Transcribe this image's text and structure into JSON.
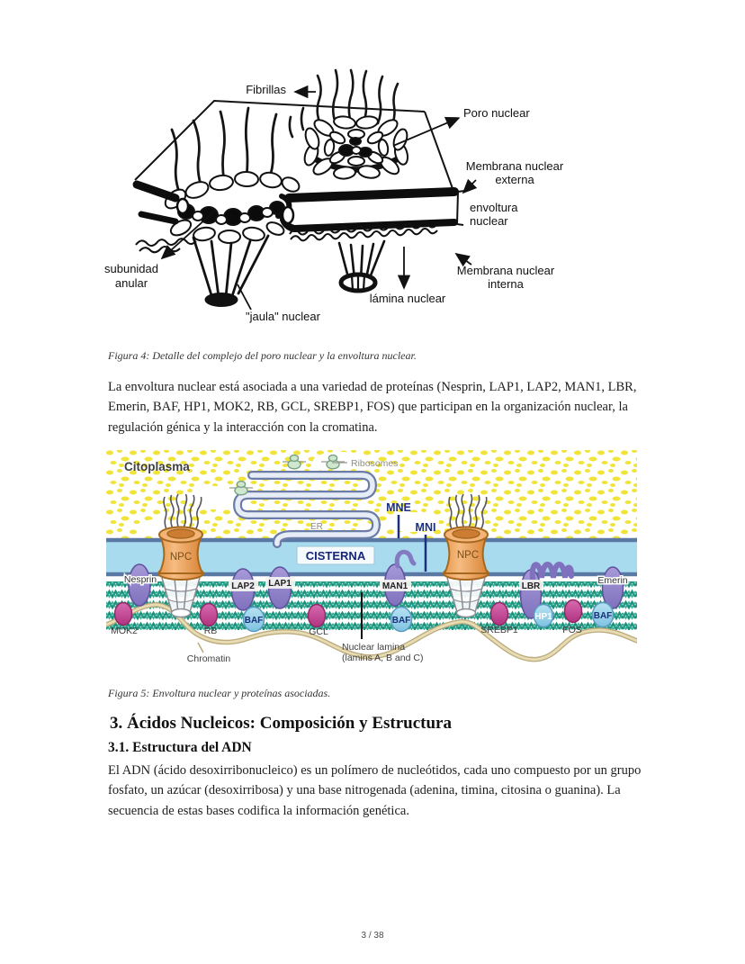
{
  "figure4": {
    "caption": "Figura 4: Detalle del complejo del poro nuclear y la envoltura nuclear.",
    "labels": {
      "fibrillas": "Fibrillas",
      "poro_nuclear": "Poro nuclear",
      "membrana_externa_line1": "Membrana nuclear",
      "membrana_externa_line2": "externa",
      "envoltura_line1": "envoltura",
      "envoltura_line2": "nuclear",
      "membrana_interna_line1": "Membrana nuclear",
      "membrana_interna_line2": "interna",
      "lamina_nuclear": "lámina nuclear",
      "subunidad_line1": "subunidad",
      "subunidad_line2": "anular",
      "jaula_nuclear": "\"jaula\" nuclear"
    }
  },
  "paragraph1": "La envoltura nuclear está asociada a una variedad de proteínas (Nesprin, LAP1, LAP2, MAN1, LBR, Emerin, BAF, HP1, MOK2, RB, GCL, SREBP1, FOS) que participan en la organización nuclear, la regulación génica y la interacción con la cromatina.",
  "figure5": {
    "caption": "Figura 5: Envoltura nuclear y proteínas asociadas.",
    "labels": {
      "citoplasma": "Citoplasma",
      "ribosomes": "Ribosomes",
      "er": "ER",
      "mne": "MNE",
      "mni": "MNI",
      "cisterna": "CISTERNA",
      "npc_left": "NPC",
      "npc_right": "NPC",
      "nesprin": "Nesprin",
      "lap2": "LAP2",
      "lap1": "LAP1",
      "man1": "MAN1",
      "lbr": "LBR",
      "emerin": "Emerin",
      "mok2": "MOK2",
      "rb": "RB",
      "baf_1": "BAF",
      "gcl": "GCL",
      "baf_2": "BAF",
      "srebp1": "SREBP1",
      "hp1": "HP1",
      "fos": "FOS",
      "baf_3": "BAF",
      "chromatin": "Chromatin",
      "nuclear_lamina_line1": "Nuclear lamina",
      "nuclear_lamina_line2": "(lamins A, B and C)"
    },
    "colors": {
      "cisterna_fill": "#a9dbee",
      "membrane_border": "#5a78a4",
      "npc_orange": "#efa057",
      "protein_purple": "#8d7fc6",
      "protein_magenta": "#c3448e",
      "protein_cyan": "#96d2ea",
      "lamina_green": "#1e8f7c",
      "chromatin_tan": "#d6c592",
      "cytoplasm_yellow": "#f0e43a",
      "label_navy": "#1b2f7e"
    }
  },
  "section3": {
    "heading": "3. Ácidos Nucleicos: Composición y Estructura",
    "subheading": "3.1. Estructura del ADN",
    "paragraph": "El ADN (ácido desoxirribonucleico) es un polímero de nucleótidos, cada uno compuesto por un grupo fosfato, un azúcar (desoxirribosa) y una base nitrogenada (adenina, timina, citosina o guanina). La secuencia de estas bases codifica la información genética."
  },
  "page": {
    "footer": "3 / 38"
  }
}
